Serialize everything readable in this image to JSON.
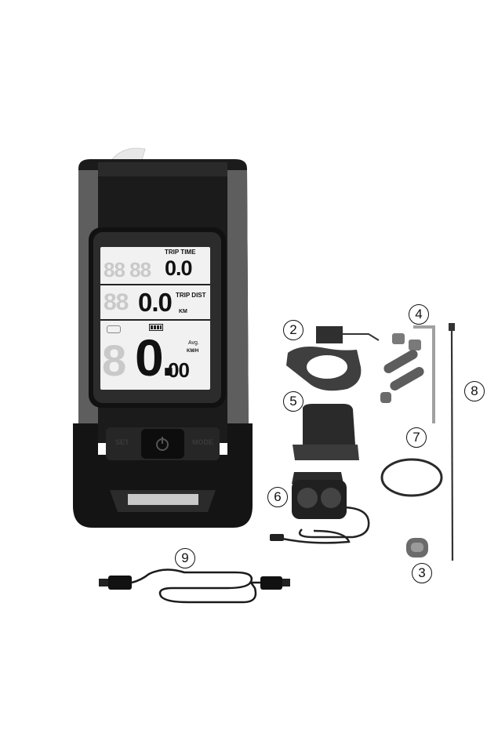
{
  "display": {
    "trip_time_label": "TRIP TIME",
    "trip_time_value": "0.0",
    "trip_dist_label": "TRIP DIST",
    "trip_dist_value": "0.0",
    "dist_unit": "KM",
    "speed_big": "0.",
    "speed_small": "00",
    "avg_label": "Avg.",
    "speed_unit": "KM/H"
  },
  "buttons": {
    "set_label": "SET",
    "mode_label": "MODE"
  },
  "callouts": [
    "2",
    "4",
    "5",
    "7",
    "6",
    "8",
    "3",
    "9"
  ],
  "colors": {
    "device_body": "#1a1a1a",
    "device_trim": "#5c5c5c",
    "lcd_background": "#f2f2f2",
    "parts": "#3a3a3a"
  }
}
